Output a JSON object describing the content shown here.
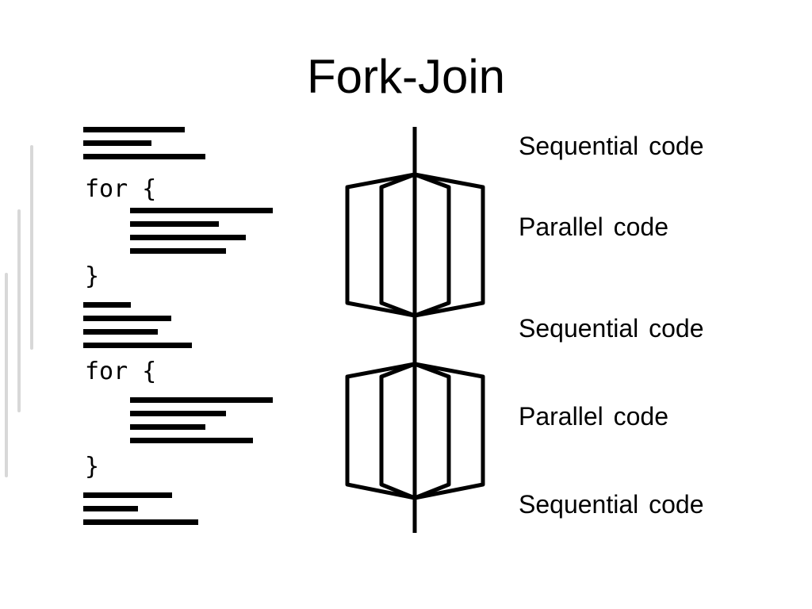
{
  "title": "Fork-Join",
  "code": {
    "loop_open_1": "for {",
    "loop_close_1": "}",
    "loop_open_2": "for {",
    "loop_close_2": "}"
  },
  "labels": {
    "seq_1": "Sequential code",
    "par_1": "Parallel code",
    "seq_2": "Sequential code",
    "par_2": "Parallel code",
    "seq_3": "Sequential code"
  }
}
